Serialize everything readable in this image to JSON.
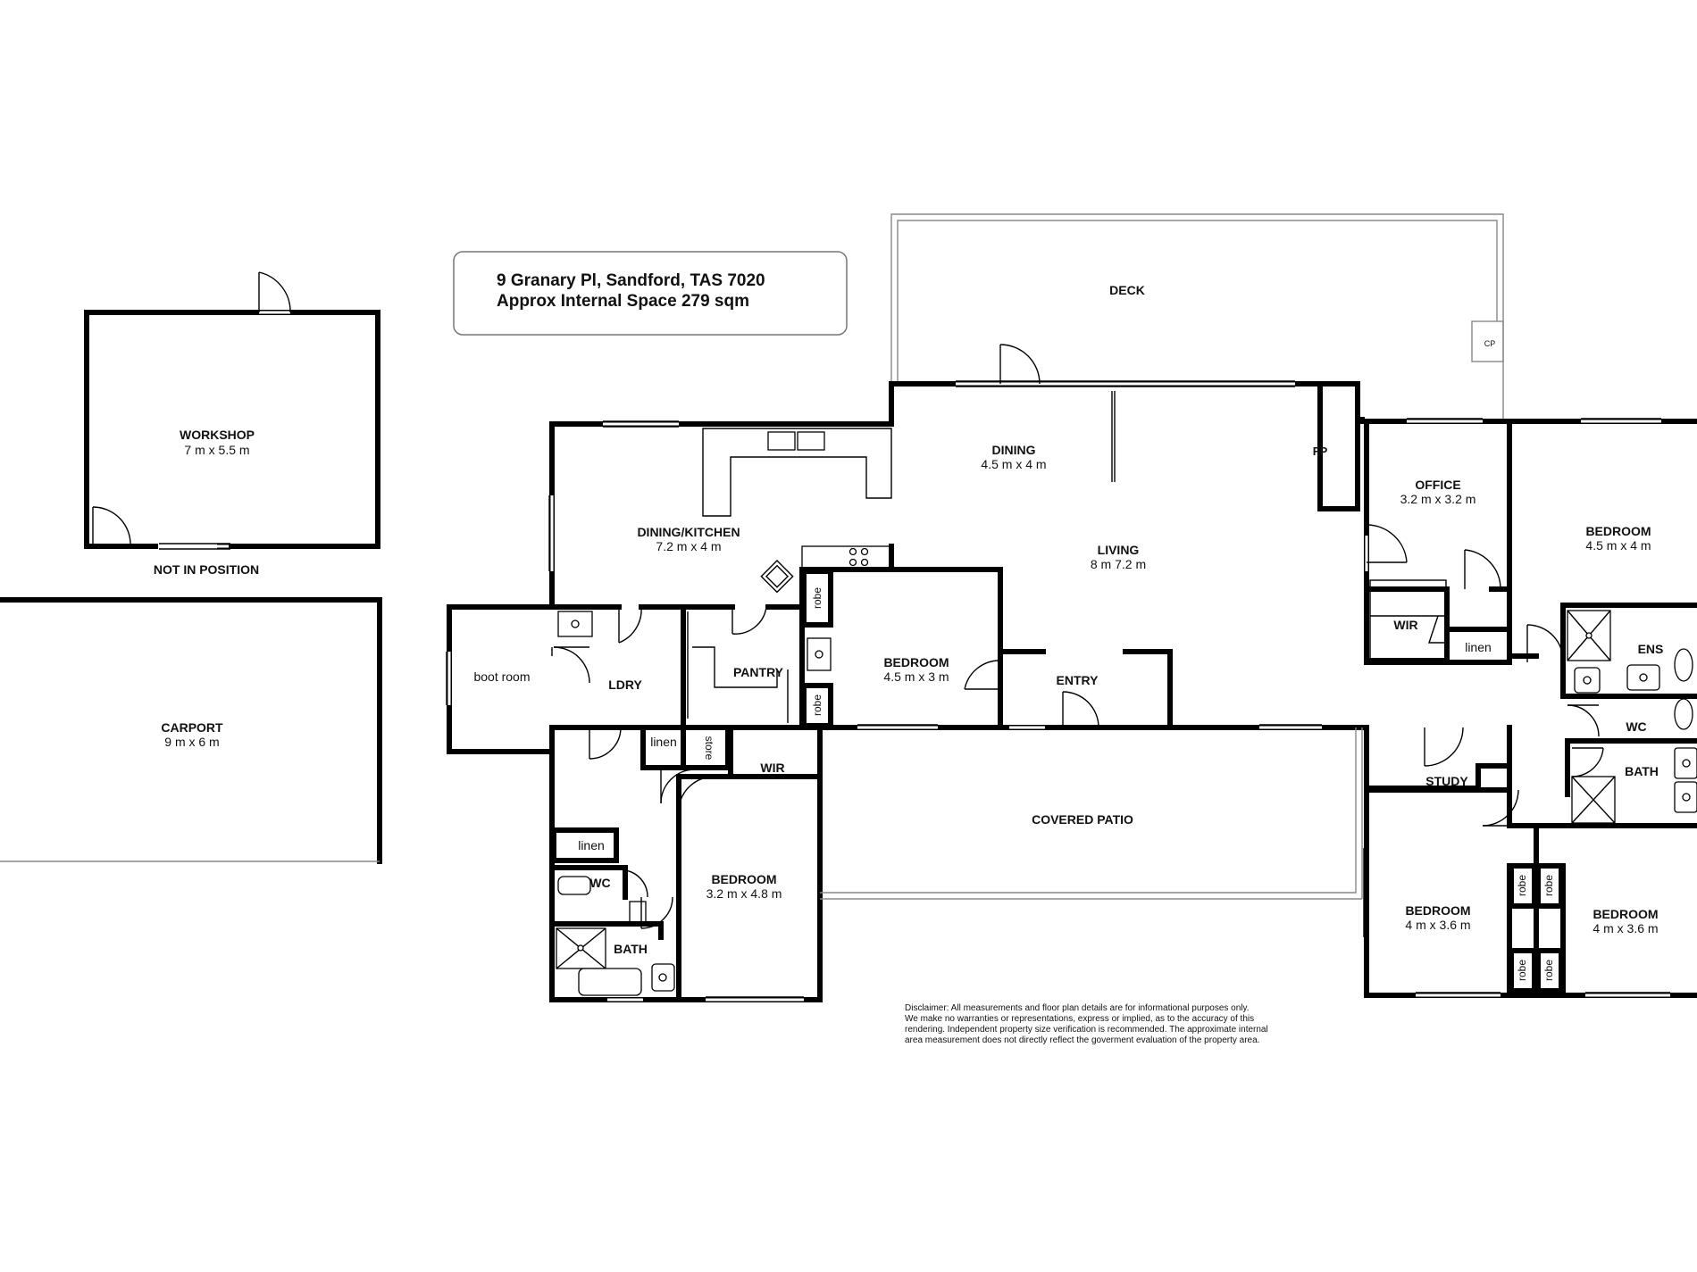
{
  "title": {
    "address": "9 Granary Pl, Sandford, TAS 7020",
    "area": "Approx Internal Space 279 sqm"
  },
  "rooms": {
    "workshop": {
      "name": "WORKSHOP",
      "size": "7 m x 5.5 m"
    },
    "not_in_position": "NOT IN POSITION",
    "carport": {
      "name": "CARPORT",
      "size": "9 m x 6 m"
    },
    "deck": {
      "name": "DECK"
    },
    "cp": "CP",
    "dining": {
      "name": "DINING",
      "size": "4.5 m x 4 m"
    },
    "dining_kitchen": {
      "name": "DINING/KITCHEN",
      "size": "7.2 m x 4 m"
    },
    "living": {
      "name": "LIVING",
      "size": "8 m 7.2 m"
    },
    "fp": "FP",
    "office": {
      "name": "OFFICE",
      "size": "3.2 m x 3.2 m"
    },
    "bedroom_master": {
      "name": "BEDROOM",
      "size": "4.5 m x 4 m"
    },
    "wir_master": "WIR",
    "linen_master": "linen",
    "ens": "ENS",
    "wc_right": "WC",
    "bath_right": "BATH",
    "study": "STUDY",
    "bedroom_se1": {
      "name": "BEDROOM",
      "size": "4 m x 3.6 m"
    },
    "bedroom_se2": {
      "name": "BEDROOM",
      "size": "4 m x 3.6 m"
    },
    "robe": "robe",
    "boot_room": "boot room",
    "ldry": "LDRY",
    "pantry": "PANTRY",
    "bedroom_mid": {
      "name": "BEDROOM",
      "size": "4.5 m x 3 m"
    },
    "entry": "ENTRY",
    "linen_left_top": "linen",
    "store": "store",
    "wir_left": "WIR",
    "linen_left": "linen",
    "wc_left": "WC",
    "bath_left": "BATH",
    "bedroom_sw": {
      "name": "BEDROOM",
      "size": "3.2 m x 4.8 m"
    },
    "covered_patio": "COVERED PATIO"
  },
  "disclaimer": [
    "Disclaimer: All measurements and floor plan details are for informational purposes only.",
    "We  make no warranties or representations, express or implied, as to the accuracy of this",
    "rendering. Independent property size verification is recommended. The approximate internal",
    "area measurement does not directly reflect the goverment evaluation of the property area."
  ]
}
